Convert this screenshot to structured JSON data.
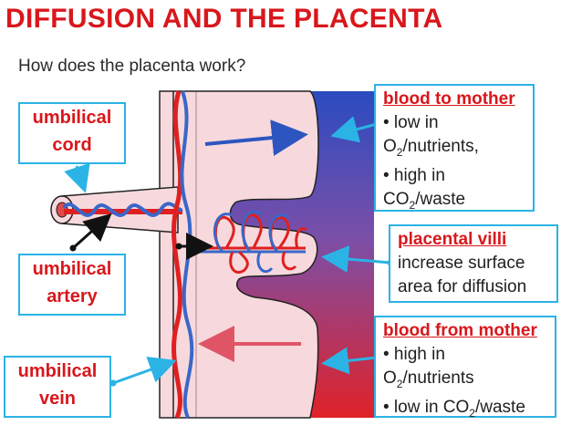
{
  "slide": {
    "title": "DIFFUSION AND THE PLACENTA",
    "subtitle": "How does the placenta work?"
  },
  "labels": {
    "umbilical_cord": [
      "umbilical",
      "cord"
    ],
    "umbilical_artery": [
      "umbilical",
      "artery"
    ],
    "umbilical_vein": [
      "umbilical",
      "vein"
    ]
  },
  "info": {
    "blood_to_mother": {
      "heading": "blood to mother",
      "line1": "• low in",
      "line2_prefix": "O",
      "line2_sub": "2",
      "line2_suffix": "/nutrients,",
      "line3": "• high in",
      "line4_prefix": "CO",
      "line4_sub": "2",
      "line4_suffix": "/waste"
    },
    "placental_villi": {
      "heading": "placental villi",
      "line1": "increase surface",
      "line2": "area for diffusion"
    },
    "blood_from_mother": {
      "heading": "blood from mother",
      "line1": "• high in",
      "line2_prefix": "O",
      "line2_sub": "2",
      "line2_suffix": "/nutrients",
      "line3_prefix": "• low in CO",
      "line3_sub": "2",
      "line3_suffix": "/waste"
    }
  },
  "colors": {
    "title": "#d8171c",
    "box_border": "#2bb3e6",
    "artery": "#e02020",
    "vein": "#3a67c8",
    "tissue": "#f7d9dd"
  }
}
